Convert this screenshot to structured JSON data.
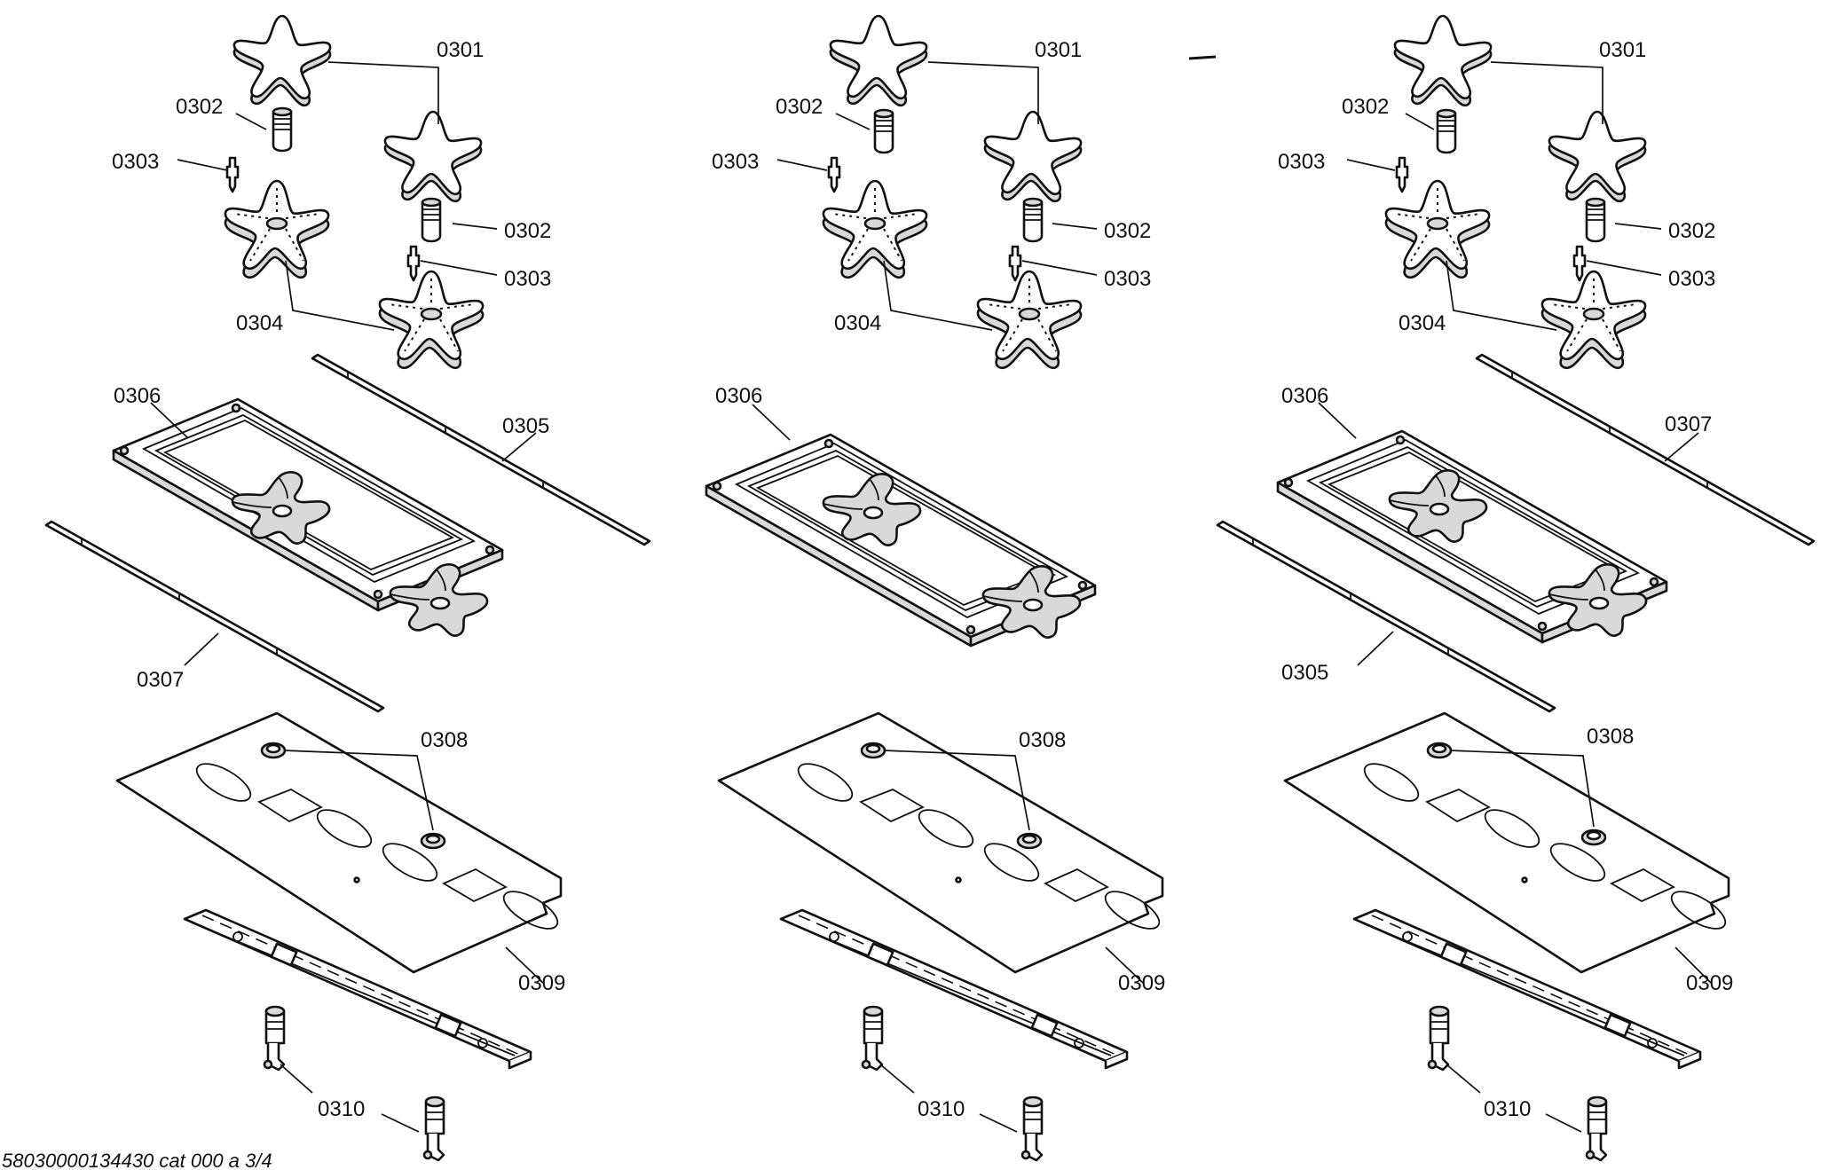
{
  "footer_text": "58030000134430 cat 000 a 3/4",
  "columns": [
    {
      "id": "left",
      "labels": {
        "p0301": "0301",
        "p0302a": "0302",
        "p0303a": "0303",
        "p0302b": "0302",
        "p0303b": "0303",
        "p0304": "0304",
        "p0306": "0306",
        "rail_back": "0305",
        "rail_front": "0307",
        "p0308": "0308",
        "p0309": "0309",
        "p0310": "0310"
      }
    },
    {
      "id": "middle",
      "labels": {
        "p0301": "0301",
        "p0302a": "0302",
        "p0303a": "0303",
        "p0302b": "0302",
        "p0303b": "0303",
        "p0304": "0304",
        "p0306": "0306",
        "rail_back": "",
        "rail_front": "",
        "p0308": "0308",
        "p0309": "0309",
        "p0310": "0310"
      }
    },
    {
      "id": "right",
      "labels": {
        "p0301": "0301",
        "p0302a": "0302",
        "p0303a": "0303",
        "p0302b": "0302",
        "p0303b": "0303",
        "p0304": "0304",
        "p0306": "0306",
        "rail_back": "0307",
        "rail_front": "0305",
        "p0308": "0308",
        "p0309": "0309",
        "p0310": "0310"
      }
    }
  ]
}
